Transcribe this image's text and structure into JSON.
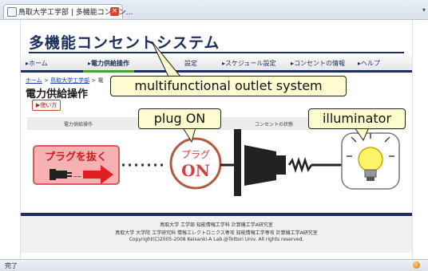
{
  "browser": {
    "tab_title": "鳥取大学工学部 | 多機能コンセン...",
    "tab_close_glyph": "×",
    "tab_overflow_glyph": "▾",
    "status_text": "完了"
  },
  "page": {
    "site_title": "多機能コンセントシステム",
    "nav": [
      {
        "label": "▸ホーム"
      },
      {
        "label": "▸電力供給操作"
      },
      {
        "label": "設定"
      },
      {
        "label": "▸スケジュール設定"
      },
      {
        "label": "▸コンセントの情報"
      },
      {
        "label": "▸ヘルプ"
      }
    ],
    "breadcrumb": {
      "link1": "ホーム",
      "link2": "鳥取大学工学部",
      "sep": ">",
      "current": "電"
    },
    "heading": "電力供給操作",
    "help_button": "▶使い方",
    "section_headers": [
      "電力供給操作",
      "コンセントの状態"
    ],
    "footer": [
      "鳥取大学 工学部 知能情報工学科 計算機工学A研究室",
      "鳥取大学 大学院 工学研究科 情報エレクトロニクス専攻 知能情報工学専攻 計算機工学A研究室",
      "Copyright(C)2005-2008 Keisanki-A Lab.@Tottori Univ. All rights reserved."
    ]
  },
  "diagram": {
    "unplug_label": "プラグを抜く",
    "plug_state_label": "プラグ",
    "plug_state_value": "ON",
    "colors": {
      "unplug_fill": "#f6b2b2",
      "unplug_border": "#d85b5b",
      "arrow": "#e02020",
      "state_text": "#d24040",
      "plug_ring": "#b35a3c",
      "bulb_glow": "#fff36a"
    }
  },
  "callouts": {
    "system": "multifunctional outlet system",
    "plug": "plug ON",
    "illuminator": "illuminator"
  }
}
